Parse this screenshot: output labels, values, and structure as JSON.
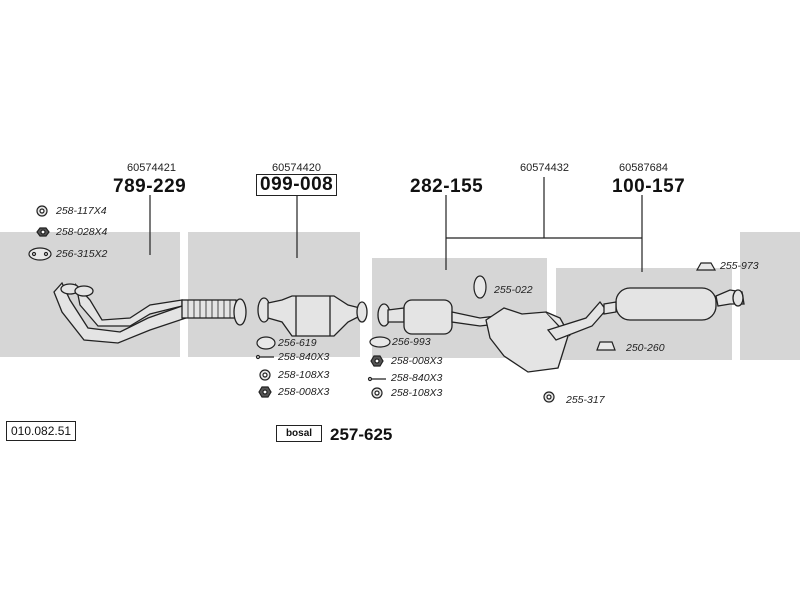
{
  "reference": "010.082.51",
  "brand_logo_text": "bosal",
  "kit_number": "257-625",
  "sections": [
    {
      "oem": "60574421",
      "part": "789-229"
    },
    {
      "oem": "60574420",
      "part": "099-008"
    },
    {
      "oem": "",
      "part": "282-155"
    },
    {
      "oem": "60574432",
      "part": ""
    },
    {
      "oem": "60587684",
      "part": "100-157"
    }
  ],
  "codes": {
    "c1": "258-117X4",
    "c2": "258-028X4",
    "c3": "256-315X2",
    "c4": "256-619",
    "c5": "258-840X3",
    "c6": "258-108X3",
    "c7": "258-008X3",
    "c8": "256-993",
    "c9": "258-008X3",
    "c10": "258-840X3",
    "c11": "258-108X3",
    "c12": "255-022",
    "c13": "255-317",
    "c14": "250-260",
    "c15": "255-973"
  },
  "colors": {
    "band": "#d4d4d4",
    "metal": "#e2e2e2",
    "stroke": "#222222"
  }
}
